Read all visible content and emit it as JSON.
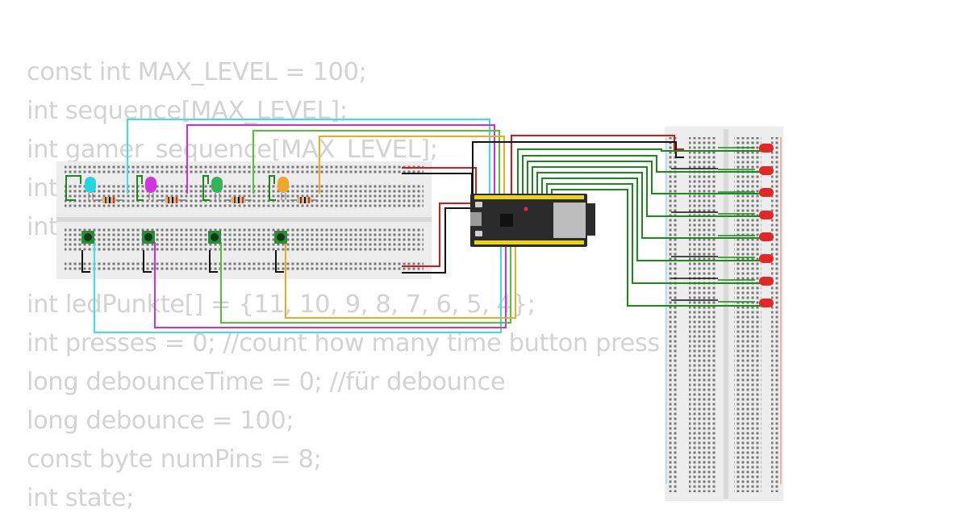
{
  "code_lines": [
    "const int MAX_LEVEL = 100;",
    "int sequence[MAX_LEVEL];",
    "int gamer_sequence[MAX_LEVEL];",
    "int",
    "int",
    "",
    "int ledPunkte[] = {11, 10, 9, 8, 7, 6, 5, 4};",
    "int presses = 0; //count how many time button press",
    "long debounceTime = 0; //für debounce",
    "long debounce = 100;",
    "const byte numPins = 8;",
    "int state;"
  ],
  "colors": {
    "code_text": "#d3d3d3",
    "breadboard": "#ececec",
    "board": "#2b2b2b",
    "pin": "#e8d51b",
    "led_cyan": "#29d3e0",
    "led_magenta": "#d235e0",
    "led_green": "#35b35a",
    "led_orange": "#f0a52b",
    "led_red": "#e02828",
    "wire_green": "#1a8a1a",
    "wire_red": "#d91818",
    "wire_black": "#111111",
    "wire_cyan": "#3fdcef",
    "wire_magenta": "#cf2fd8",
    "wire_light_green": "#55c235",
    "wire_orange": "#f0aa22"
  },
  "icons": {
    "buttons": "pushbutton-icon",
    "board": "esp32-s3-devkit-icon",
    "leds": "led-icon"
  }
}
